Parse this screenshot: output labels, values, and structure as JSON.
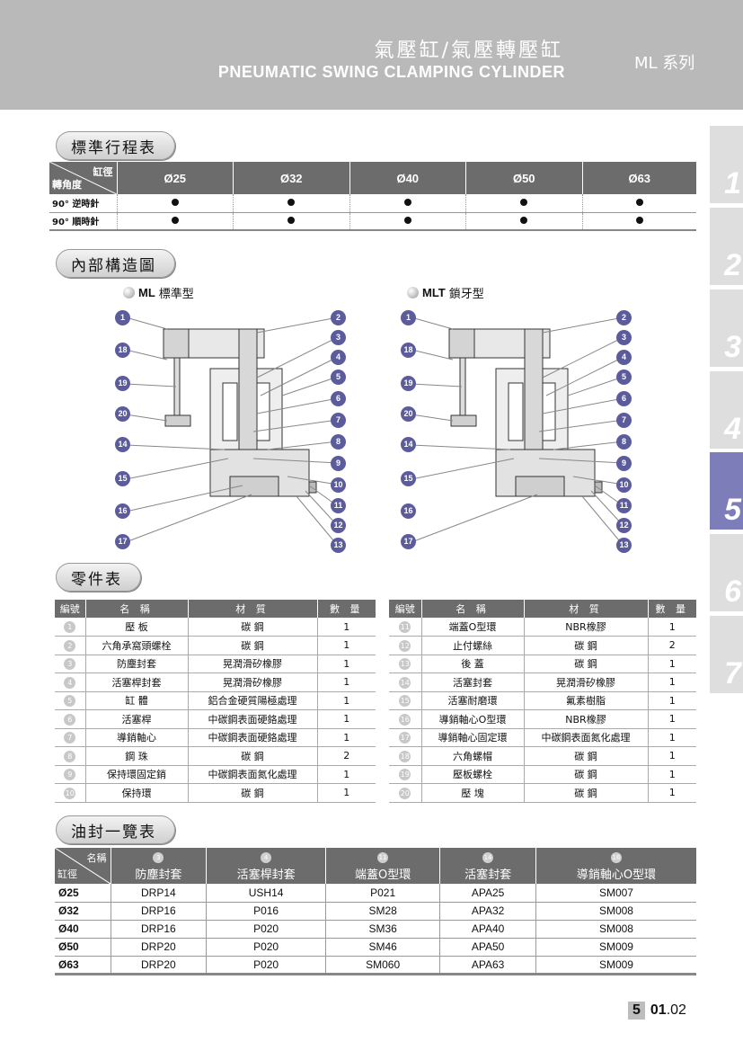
{
  "header": {
    "title_zh": "氣壓缸/氣壓轉壓缸",
    "title_en": "PNEUMATIC SWING CLAMPING CYLINDER",
    "series": "ML 系列"
  },
  "tabs": [
    "1",
    "2",
    "3",
    "4",
    "5",
    "6",
    "7"
  ],
  "active_tab": "5",
  "sections": {
    "stroke": "標準行程表",
    "structure": "內部構造圖",
    "parts": "零件表",
    "seals": "油封一覽表"
  },
  "stroke_table": {
    "corner_top": "缸徑",
    "corner_bottom": "轉角度",
    "columns": [
      "Ø25",
      "Ø32",
      "Ø40",
      "Ø50",
      "Ø63"
    ],
    "rows": [
      {
        "label": "90° 逆時針",
        "marks": [
          true,
          true,
          true,
          true,
          true
        ]
      },
      {
        "label": "90° 順時針",
        "marks": [
          true,
          true,
          true,
          true,
          true
        ]
      }
    ]
  },
  "structure": {
    "left_label_bold": "ML",
    "left_label": "標準型",
    "right_label_bold": "MLT",
    "right_label": "鎖牙型",
    "left_callouts": [
      "1",
      "18",
      "19",
      "20",
      "14",
      "15",
      "16",
      "17"
    ],
    "right_callouts": [
      "2",
      "3",
      "4",
      "5",
      "6",
      "7",
      "8",
      "9",
      "10",
      "11",
      "12",
      "13"
    ]
  },
  "parts_table": {
    "headers": [
      "編號",
      "名 稱",
      "材 質",
      "數 量"
    ],
    "left": [
      {
        "no": "1",
        "name": "壓 板",
        "material": "碳 鋼",
        "qty": "1"
      },
      {
        "no": "2",
        "name": "六角承窩頭螺栓",
        "material": "碳 鋼",
        "qty": "1"
      },
      {
        "no": "3",
        "name": "防塵封套",
        "material": "晃潤滑矽橡膠",
        "qty": "1"
      },
      {
        "no": "4",
        "name": "活塞桿封套",
        "material": "晃潤滑矽橡膠",
        "qty": "1"
      },
      {
        "no": "5",
        "name": "缸 體",
        "material": "鋁合金硬質陽極處理",
        "qty": "1"
      },
      {
        "no": "6",
        "name": "活塞桿",
        "material": "中碳鋼表面硬鉻處理",
        "qty": "1"
      },
      {
        "no": "7",
        "name": "導銷軸心",
        "material": "中碳鋼表面硬鉻處理",
        "qty": "1"
      },
      {
        "no": "8",
        "name": "鋼 珠",
        "material": "碳 鋼",
        "qty": "2"
      },
      {
        "no": "9",
        "name": "保持環固定銷",
        "material": "中碳鋼表面氮化處理",
        "qty": "1"
      },
      {
        "no": "10",
        "name": "保持環",
        "material": "碳 鋼",
        "qty": "1"
      }
    ],
    "right": [
      {
        "no": "11",
        "name": "端蓋O型環",
        "material": "NBR橡膠",
        "qty": "1"
      },
      {
        "no": "12",
        "name": "止付螺絲",
        "material": "碳 鋼",
        "qty": "2"
      },
      {
        "no": "13",
        "name": "後 蓋",
        "material": "碳 鋼",
        "qty": "1"
      },
      {
        "no": "14",
        "name": "活塞封套",
        "material": "晃潤滑矽橡膠",
        "qty": "1"
      },
      {
        "no": "15",
        "name": "活塞耐磨環",
        "material": "氟素樹脂",
        "qty": "1"
      },
      {
        "no": "16",
        "name": "導銷軸心O型環",
        "material": "NBR橡膠",
        "qty": "1"
      },
      {
        "no": "17",
        "name": "導銷軸心固定環",
        "material": "中碳鋼表面氮化處理",
        "qty": "1"
      },
      {
        "no": "18",
        "name": "六角螺帽",
        "material": "碳 鋼",
        "qty": "1"
      },
      {
        "no": "19",
        "name": "壓板螺栓",
        "material": "碳 鋼",
        "qty": "1"
      },
      {
        "no": "20",
        "name": "壓 塊",
        "material": "碳 鋼",
        "qty": "1"
      }
    ]
  },
  "seal_table": {
    "corner_top": "名稱",
    "corner_bottom": "缸徑",
    "columns": [
      {
        "no": "3",
        "name": "防塵封套"
      },
      {
        "no": "4",
        "name": "活塞桿封套"
      },
      {
        "no": "11",
        "name": "端蓋O型環"
      },
      {
        "no": "14",
        "name": "活塞封套"
      },
      {
        "no": "16",
        "name": "導銷軸心O型環"
      }
    ],
    "rows": [
      {
        "bore": "Ø25",
        "values": [
          "DRP14",
          "USH14",
          "P021",
          "APA25",
          "SM007"
        ]
      },
      {
        "bore": "Ø32",
        "values": [
          "DRP16",
          "P016",
          "SM28",
          "APA32",
          "SM008"
        ]
      },
      {
        "bore": "Ø40",
        "values": [
          "DRP16",
          "P020",
          "SM36",
          "APA40",
          "SM008"
        ]
      },
      {
        "bore": "Ø50",
        "values": [
          "DRP20",
          "P020",
          "SM46",
          "APA50",
          "SM009"
        ]
      },
      {
        "bore": "Ø63",
        "values": [
          "DRP20",
          "P020",
          "SM060",
          "APA63",
          "SM009"
        ]
      }
    ]
  },
  "page": {
    "chapter": "5",
    "number": "01.02"
  }
}
